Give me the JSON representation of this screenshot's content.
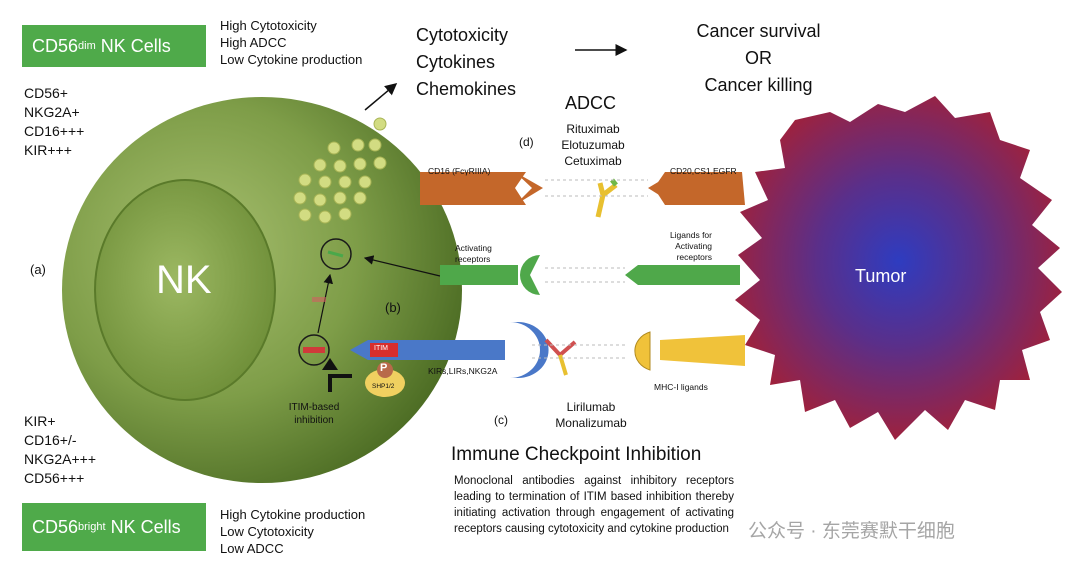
{
  "dim_box": {
    "label": "CD56",
    "sup": "dim",
    "suffix": " NK Cells"
  },
  "dim_props": [
    "High Cytotoxicity",
    "High ADCC",
    "Low Cytokine production"
  ],
  "dim_markers": [
    "CD56+",
    "NKG2A+",
    "CD16+++",
    "KIR+++"
  ],
  "bright_markers": [
    "KIR+",
    "CD16+/-",
    "NKG2A+++",
    "CD56+++"
  ],
  "bright_box": {
    "label": "CD56",
    "sup": "bright",
    "suffix": " NK Cells"
  },
  "bright_props": [
    "High Cytokine production",
    "Low Cytotoxicity",
    "Low ADCC"
  ],
  "outputs": [
    "Cytotoxicity",
    "Cytokines",
    "Chemokines"
  ],
  "outcome": [
    "Cancer survival",
    "OR",
    "Cancer killing"
  ],
  "nk_label": "NK",
  "tumor_label": "Tumor",
  "labels": {
    "a": "(a)",
    "b": "(b)",
    "c": "(c)",
    "d": "(d)",
    "adcc": "ADCC",
    "cd16": "CD16 (FcγRIIIA)",
    "cd20": "CD20,CS1,EGFR",
    "activating_receptors": [
      "Activating",
      "receptors"
    ],
    "ligands_activating": [
      "Ligands for",
      "Activating",
      "receptors"
    ],
    "kirs": "KIRs,LIRs,NKG2A",
    "mhc": "MHC-I ligands",
    "itim": "ITIM",
    "p": "P",
    "shp": "SHP1/2",
    "itim_inhibition": [
      "ITIM-based",
      "inhibition"
    ]
  },
  "adcc_mabs": [
    "Rituximab",
    "Elotuzumab",
    "Cetuximab"
  ],
  "checkpoint_mabs": [
    "Lirilumab",
    "Monalizumab"
  ],
  "checkpoint_title": "Immune Checkpoint Inhibition",
  "checkpoint_text": "Monoclonal antibodies against inhibitory receptors leading to termination of ITIM based inhibition thereby initiating activation through engagement of activating receptors causing cytotoxicity and cytokine production",
  "watermark": "公众号 · 东莞赛默干细胞",
  "colors": {
    "box_green": "#4faa4a",
    "nk_outer": "#6f8f3a",
    "nk_inner": "#7f9f48",
    "orange": "#c4672a",
    "green_arrow": "#4fa84a",
    "blue_arrow": "#4a78c8",
    "yellow": "#f0c23a",
    "tumor_center": "#2f3fb8",
    "tumor_edge": "#a0203a"
  }
}
